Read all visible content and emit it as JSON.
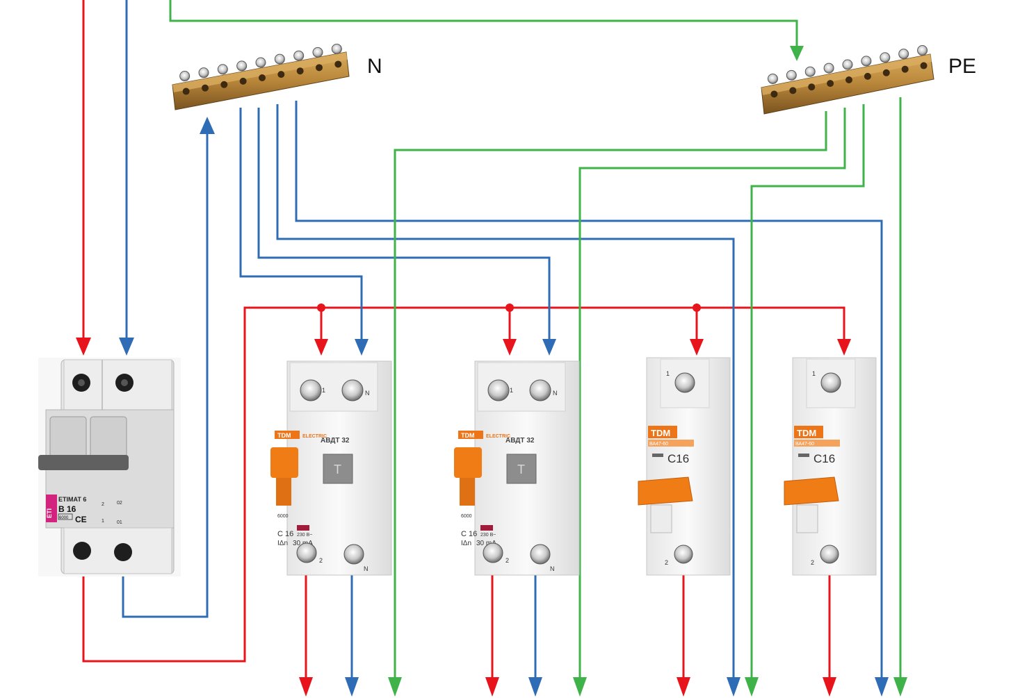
{
  "colors": {
    "phase": "#e8141b",
    "neutral": "#2f6cb6",
    "earth": "#3fb34a",
    "brass": "#b8863a",
    "device_body": "#f2f2f2",
    "handle_orange": "#f07c16",
    "tdm_orange": "#ee7418"
  },
  "busbars": {
    "neutral": {
      "label": "N"
    },
    "earth": {
      "label": "PE"
    }
  },
  "main_breaker": {
    "model": "ETIMAT 6",
    "rating": "B 16",
    "breaking_capacity": "6000",
    "brand": "ETI",
    "mark": "CE",
    "terminal_labels": [
      "2",
      "02",
      "1",
      "01"
    ]
  },
  "rcbos": [
    {
      "brand": "TDM",
      "brand_suffix": "ELECTRIC",
      "model": "АВДТ 32",
      "rating": "C 16",
      "voltage": "230 В~",
      "residual_label": "IΔn",
      "residual": "30 mA",
      "breaking_capacity": "6000",
      "test_button": "T",
      "top_terminals": [
        "1",
        "N"
      ],
      "bottom_terminals": [
        "2",
        "N"
      ]
    },
    {
      "brand": "TDM",
      "brand_suffix": "ELECTRIC",
      "model": "АВДТ 32",
      "rating": "C 16",
      "voltage": "230 В~",
      "residual_label": "IΔn",
      "residual": "30 mA",
      "breaking_capacity": "6000",
      "test_button": "T",
      "top_terminals": [
        "1",
        "N"
      ],
      "bottom_terminals": [
        "2",
        "N"
      ]
    }
  ],
  "mcbs": [
    {
      "brand": "TDM",
      "model": "ВА47-60",
      "rating": "C16",
      "top_terminal": "1",
      "bottom_terminal": "2"
    },
    {
      "brand": "TDM",
      "model": "ВА47-60",
      "rating": "C16",
      "top_terminal": "1",
      "bottom_terminal": "2"
    }
  ]
}
